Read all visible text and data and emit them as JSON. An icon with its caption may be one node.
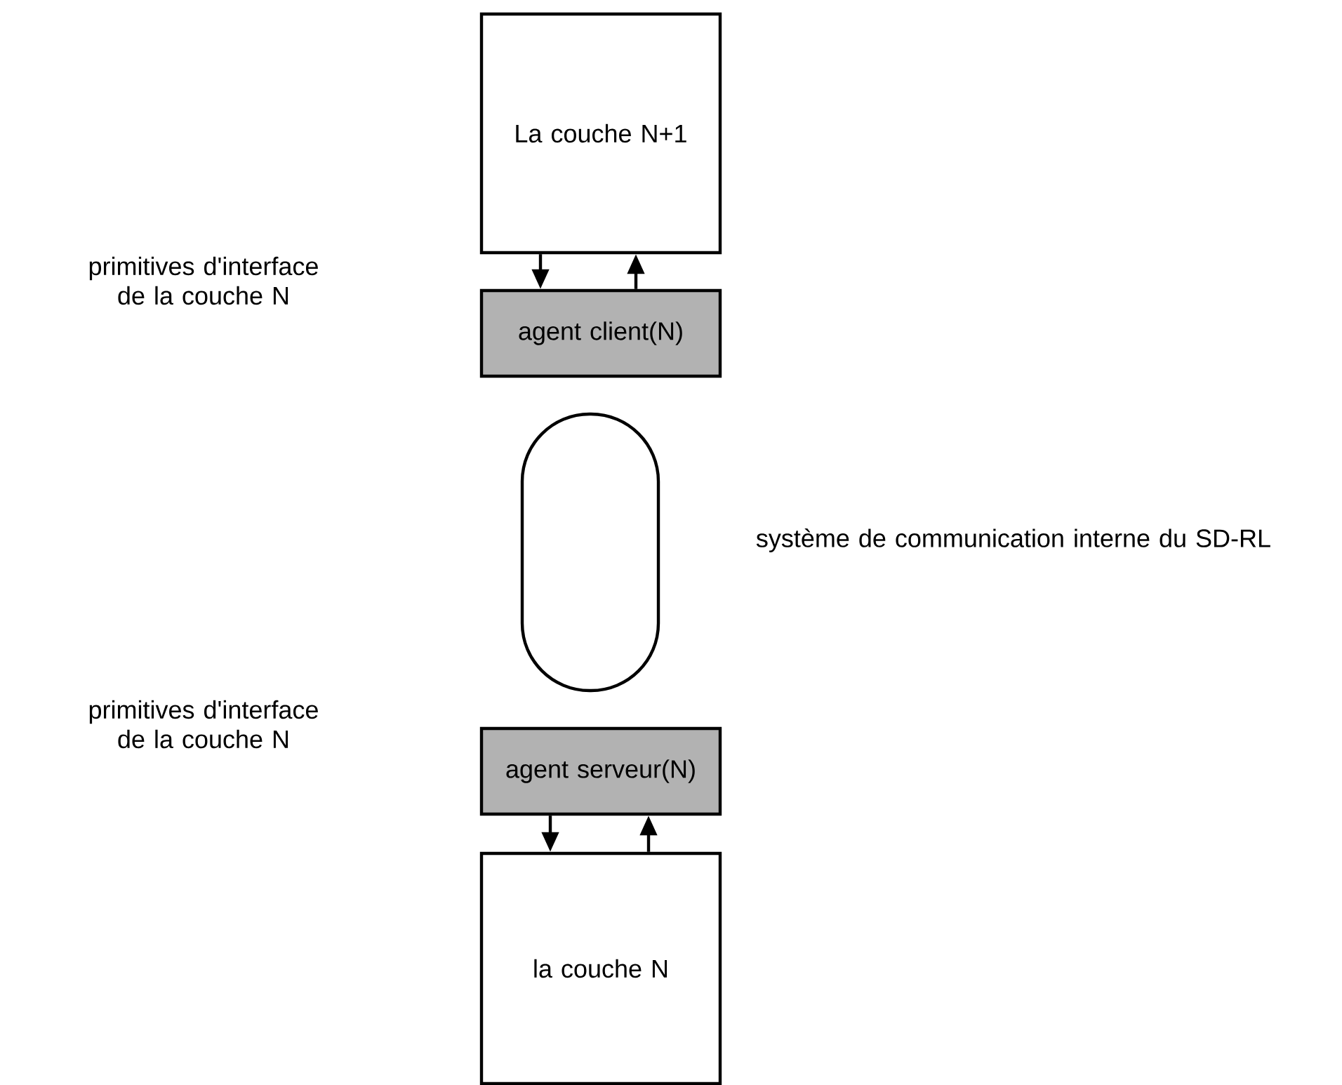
{
  "diagram": {
    "nodes": [
      {
        "text": [
          "La couche N+1"
        ]
      },
      {
        "text": [
          "agent client(N)"
        ]
      },
      {
        "text": [],
        "shape": "capsule"
      },
      {
        "text": [
          "agent serveur(N)"
        ]
      },
      {
        "text": [
          "la couche N"
        ]
      }
    ],
    "edges": [
      {
        "from": 0,
        "to": 1,
        "arrow": "to"
      },
      {
        "from": 1,
        "to": 0,
        "arrow": "to"
      },
      {
        "from": 3,
        "to": 4,
        "arrow": "to"
      },
      {
        "from": 4,
        "to": 3,
        "arrow": "to"
      }
    ],
    "labels": [
      "primitives d'interface de la couche N",
      "système de communication interne du SD-RL",
      "primitives d'interface de la couche N"
    ]
  }
}
